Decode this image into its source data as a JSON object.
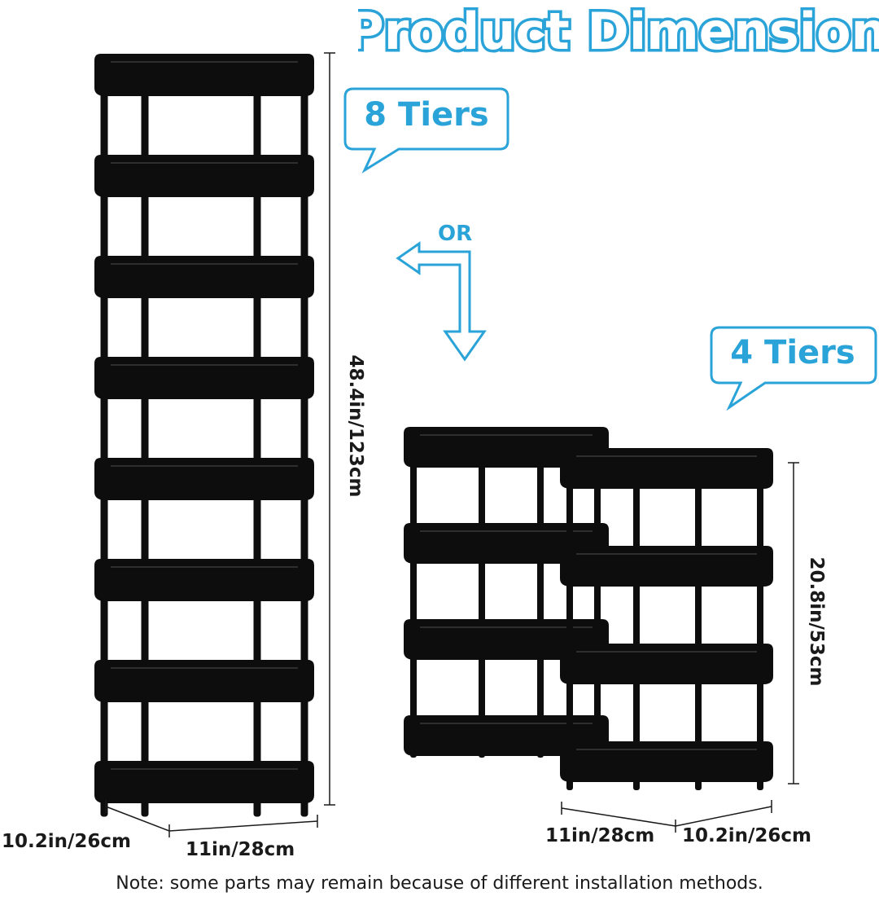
{
  "title": "Product Dimension",
  "callouts": {
    "tiers_8": "8 Tiers",
    "tiers_4": "4 Tiers",
    "or": "OR"
  },
  "dimensions": {
    "tall_height": "48.4in/123cm",
    "tall_depth": "10.2in/26cm",
    "tall_width": "11in/28cm",
    "short_height": "20.8in/53cm",
    "short_width": "11in/28cm",
    "short_depth": "10.2in/26cm"
  },
  "note": "Note: some parts may remain because of different installation methods.",
  "colors": {
    "accent": "#2aa3d8",
    "rack": "#0d0d0d",
    "text": "#1a1a1a"
  }
}
